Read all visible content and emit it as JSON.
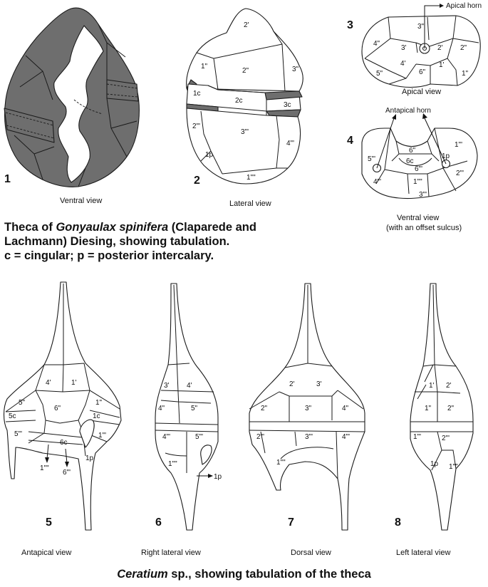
{
  "figure_numbers": [
    "1",
    "2",
    "3",
    "4",
    "5",
    "6",
    "7",
    "8"
  ],
  "captions": {
    "fig1": "Ventral view",
    "fig2": "Lateral view",
    "fig3": "Apical view",
    "fig4_line1": "Ventral view",
    "fig4_line2": "(with an offset sulcus)",
    "fig5": "Antapical view",
    "fig6": "Right lateral view",
    "fig7": "Dorsal view",
    "fig8": "Left lateral view"
  },
  "annotations": {
    "apical_horn": "Apical horn",
    "antapical_horn": "Antapical horn"
  },
  "gonyaulax_title": {
    "prefix": "Theca of ",
    "genus_species": "Gonyaulax spinifera",
    "rest_line1": " (Claparede and",
    "line2": "Lachmann) Diesing, showing tabulation.",
    "line3": "c = cingular; p = posterior intercalary."
  },
  "ceratium_title": {
    "genus": "Ceratium",
    "rest": " sp., showing tabulation of the theca"
  },
  "fig2_labels": [
    "2'",
    "1\"",
    "2\"",
    "3\"",
    "1c",
    "2c",
    "3c",
    "2\"'",
    "3\"'",
    "4\"'",
    "1p",
    "1\"\""
  ],
  "fig3_labels": [
    "3\"",
    "4\"",
    "3'",
    "2'",
    "2\"",
    "4'",
    "1'",
    "5\"",
    "6\"",
    "1\""
  ],
  "fig4_labels": [
    "6\"",
    "5\"'",
    "1p",
    "1\"'",
    "6c",
    "6\"'",
    "2\"'",
    "4\"'",
    "1\"\"",
    "3\"'"
  ],
  "fig5_labels": [
    "4'",
    "1'",
    "5\"",
    "1\"",
    "6\"",
    "5c",
    "1c",
    "5\"'",
    "1\"'",
    "6c",
    "1p",
    "1\"\"",
    "6\"'"
  ],
  "fig6_labels": [
    "3'",
    "4'",
    "4\"",
    "5\"",
    "4\"'",
    "5\"'",
    "1\"\"",
    "1p"
  ],
  "fig7_labels": [
    "2'",
    "3'",
    "2\"",
    "3\"",
    "4\"",
    "2\"'",
    "3\"'",
    "4\"'",
    "1\"\""
  ],
  "fig8_labels": [
    "1'",
    "2'",
    "1\"",
    "2\"",
    "1\"'",
    "2\"'",
    "1p",
    "1\"\""
  ]
}
